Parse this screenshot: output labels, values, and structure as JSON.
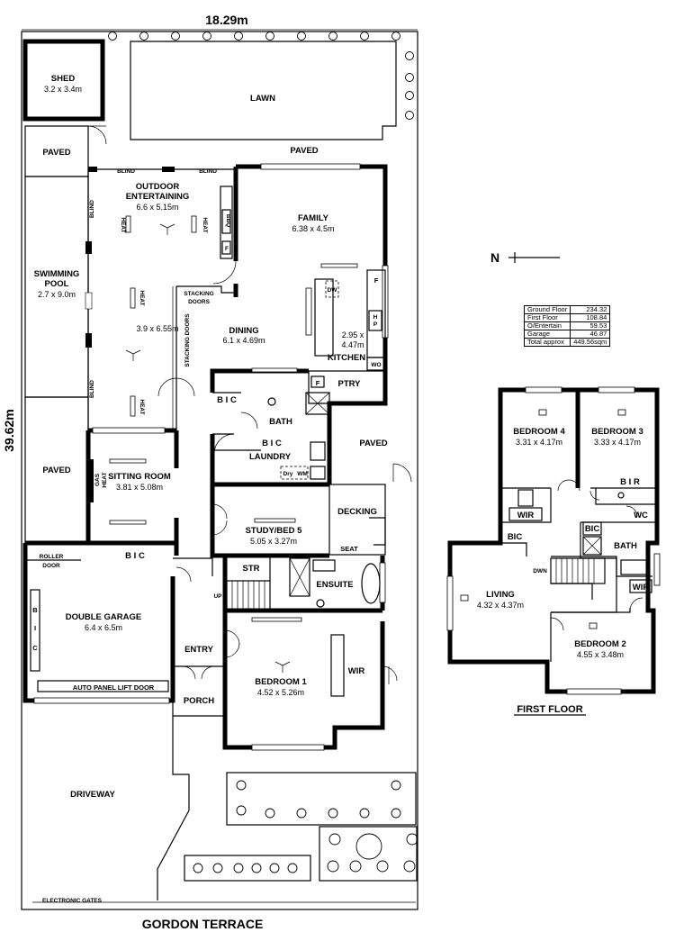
{
  "dimensions": {
    "width_label": "18.29m",
    "depth_label": "39.62m"
  },
  "street": "GORDON TERRACE",
  "first_floor_title": "FIRST FLOOR",
  "compass": {
    "label": "N"
  },
  "area_table": [
    {
      "label": "Ground Floor",
      "value": "234.32"
    },
    {
      "label": "First Floor",
      "value": "108.84"
    },
    {
      "label": "O/Entertain",
      "value": "59.53"
    },
    {
      "label": "Garage",
      "value": "46.87"
    },
    {
      "label": "Total approx",
      "value": "449.56sqm"
    }
  ],
  "ground": {
    "shed": {
      "name": "SHED",
      "dims": "3.2 x 3.4m"
    },
    "lawn": "LAWN",
    "paved_top": "PAVED",
    "paved_left_1": "PAVED",
    "paved_left_2": "PAVED",
    "paved_right": "PAVED",
    "blind": "BLIND",
    "outdoor": {
      "name_1": "OUTDOOR",
      "name_2": "ENTERTAINING",
      "dims": "6.6 x 5.15m"
    },
    "outdoor_inner": {
      "dims": "3.9 x 6.55m"
    },
    "heat": "HEAT",
    "bbq": "BBQ",
    "fridge": "F",
    "pool": {
      "name_1": "SWIMMING",
      "name_2": "POOL",
      "dims": "2.7 x 9.0m"
    },
    "family": {
      "name": "FAMILY",
      "dims": "6.38 x 4.5m"
    },
    "stacking_doors": "STACKING DOORS",
    "stacking_doors_2": "STACKING",
    "stacking_doors_3": "DOORS",
    "dining": {
      "name": "DINING",
      "dims": "6.1 x 4.69m"
    },
    "kitchen": {
      "dims_1": "2.95 x",
      "dims_2": "4.47m",
      "name": "KITCHEN"
    },
    "dw": "DW",
    "hp_1": "H",
    "hp_2": "P",
    "wo": "WO",
    "ptry": "PTRY",
    "bic": "B I C",
    "bath": "BATH",
    "laundry": "LAUNDRY",
    "dry": "Dry",
    "wm": "WM",
    "gas_heat_1": "GAS",
    "gas_heat_2": "HEAT",
    "sitting": {
      "name": "SITTING ROOM",
      "dims": "3.81 x 5.08m"
    },
    "study": {
      "name": "STUDY/BED 5",
      "dims": "5.05 x 3.27m"
    },
    "decking": "DECKING",
    "seat": "SEAT",
    "str": "STR",
    "up": "UP",
    "ensuite": "ENSUITE",
    "roller_1": "ROLLER",
    "roller_2": "DOOR",
    "garage": {
      "name": "DOUBLE GARAGE",
      "dims": "6.4 x 6.5m"
    },
    "garage_bic_1": "B",
    "garage_bic_2": "I",
    "garage_bic_3": "C",
    "auto_door": "AUTO PANEL LIFT DOOR",
    "entry": "ENTRY",
    "porch": "PORCH",
    "bed1": {
      "name": "BEDROOM 1",
      "dims": "4.52 x 5.26m"
    },
    "wir": "WIR",
    "driveway": "DRIVEWAY",
    "gates": "ELECTRONIC GATES"
  },
  "first": {
    "bed4": {
      "name": "BEDROOM 4",
      "dims": "3.31 x 4.17m"
    },
    "bed3": {
      "name": "BEDROOM 3",
      "dims": "3.33 x 4.17m"
    },
    "bir": "B I R",
    "wir_1": "WIR",
    "wir_2": "WIR",
    "wc": "WC",
    "bic_1": "BIC",
    "bic_2": "BIC",
    "bath": "BATH",
    "dwn": "DWN",
    "living": {
      "name": "LIVING",
      "dims": "4.32 x 4.37m"
    },
    "bed2": {
      "name": "BEDROOM 2",
      "dims": "4.55 x 3.48m"
    }
  }
}
